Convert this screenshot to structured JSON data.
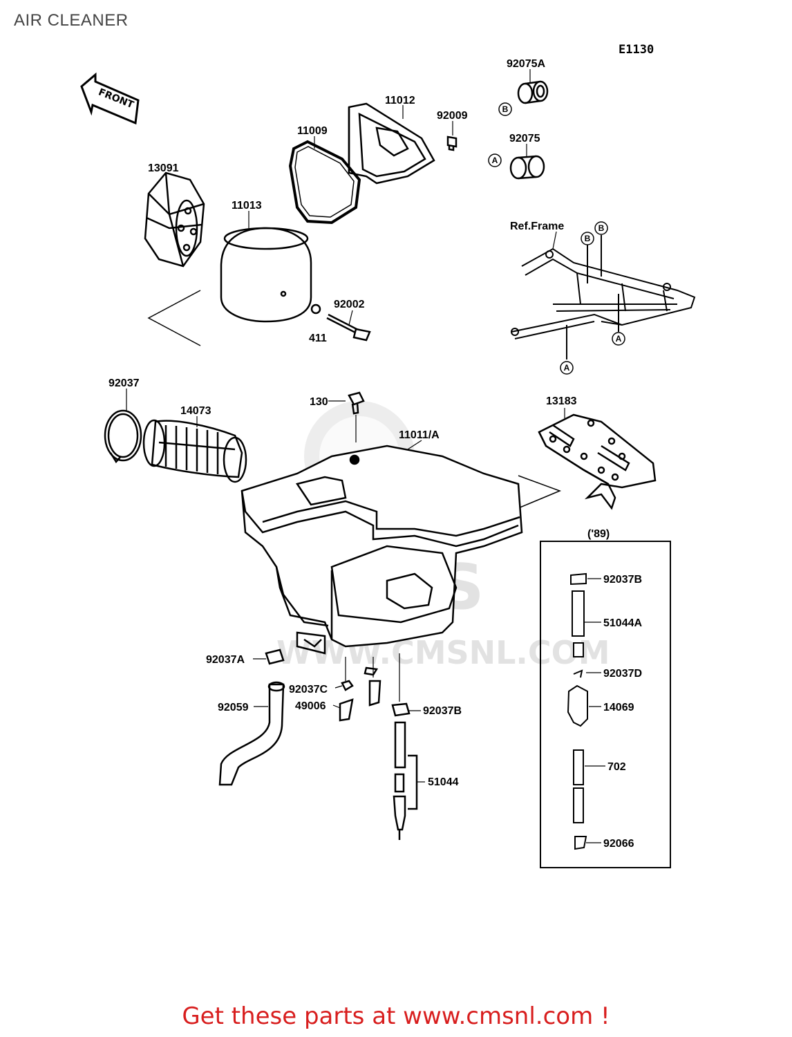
{
  "title": "AIR CLEANER",
  "diagram_code": "E1130",
  "front_label": "FRONT",
  "ref_frame_label": "Ref.Frame",
  "year_label": "('89)",
  "watermark_text": "WWW.CMSNL.COM",
  "watermark_logo": "CMS",
  "footer": "Get these parts at www.cmsnl.com !",
  "parts": {
    "p92075A": "92075A",
    "p11012": "11012",
    "p92009": "92009",
    "p11009": "11009",
    "p92075": "92075",
    "p13091": "13091",
    "p11013": "11013",
    "p92002": "92002",
    "p411": "411",
    "p92037": "92037",
    "p14073": "14073",
    "p130": "130",
    "p11011A": "11011/A",
    "p13183": "13183",
    "p92037A": "92037A",
    "p92037C": "92037C",
    "p92059": "92059",
    "p49006": "49006",
    "p92037B_main": "92037B",
    "p51044": "51044",
    "p92037B_box": "92037B",
    "p51044A": "51044A",
    "p92037D": "92037D",
    "p14069": "14069",
    "p702": "702",
    "p92066": "92066"
  },
  "markers": {
    "a": "A",
    "b": "B"
  },
  "colors": {
    "footer": "#d81e1e",
    "line": "#000000",
    "watermark": "#dcdcdc",
    "title": "#444444"
  }
}
